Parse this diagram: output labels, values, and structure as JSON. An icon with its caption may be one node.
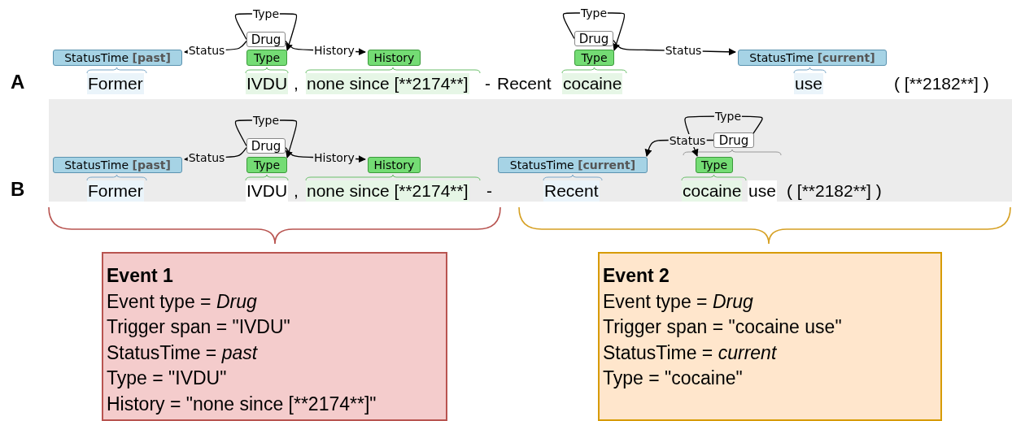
{
  "diagram": {
    "nodes": [
      {
        "text": [
          "StatusTime **[past]**"
        ]
      },
      {
        "text": [
          "Drug"
        ]
      },
      {
        "text": [
          "Type"
        ]
      },
      {
        "text": [
          "History"
        ]
      },
      {
        "text": [
          "Drug"
        ]
      },
      {
        "text": [
          "Type"
        ]
      },
      {
        "text": [
          "StatusTime **[current]**"
        ]
      },
      {
        "text": [
          "StatusTime **[past]**"
        ]
      },
      {
        "text": [
          "Drug"
        ]
      },
      {
        "text": [
          "Type"
        ]
      },
      {
        "text": [
          "History"
        ]
      },
      {
        "text": [
          "StatusTime **[current]**"
        ]
      },
      {
        "text": [
          "Type"
        ]
      },
      {
        "text": [
          "Drug"
        ]
      },
      {
        "text": [
          "Event 1",
          "Event type = *Drug*",
          "Trigger span = \"IVDU\"",
          "StatusTime = *past*",
          "Type = \"IVDU\"",
          "History = \"none since [**2174**]\""
        ]
      },
      {
        "text": [
          "Event 2",
          "Event type = *Drug*",
          "Trigger span = \"cocaine use\"",
          "StatusTime = *current*",
          "Type = \"cocaine\""
        ]
      }
    ],
    "edges": [
      {
        "from": 1,
        "to": 0,
        "arrow": "to",
        "label": "Status"
      },
      {
        "from": 1,
        "to": 2,
        "arrow": "to",
        "label": "Type"
      },
      {
        "from": 1,
        "to": 3,
        "arrow": "to",
        "label": "History"
      },
      {
        "from": 4,
        "to": 5,
        "arrow": "to",
        "label": "Type"
      },
      {
        "from": 4,
        "to": 6,
        "arrow": "to",
        "label": "Status"
      },
      {
        "from": 8,
        "to": 7,
        "arrow": "to",
        "label": "Status"
      },
      {
        "from": 8,
        "to": 9,
        "arrow": "to",
        "label": "Type"
      },
      {
        "from": 8,
        "to": 10,
        "arrow": "to",
        "label": "History"
      },
      {
        "from": 13,
        "to": 11,
        "arrow": "to",
        "label": "Status"
      },
      {
        "from": 13,
        "to": 12,
        "arrow": "to",
        "label": "Type"
      }
    ],
    "labels": [
      "A",
      "Former",
      "IVDU",
      ",",
      "none since [**2174**]",
      "-",
      "Recent",
      "cocaine",
      "use",
      "( [**2182**] )",
      "B",
      "Former",
      "IVDU",
      ",",
      "none since [**2174**]",
      "-",
      "Recent",
      "cocaine",
      "use",
      "( [**2182**] )"
    ]
  }
}
